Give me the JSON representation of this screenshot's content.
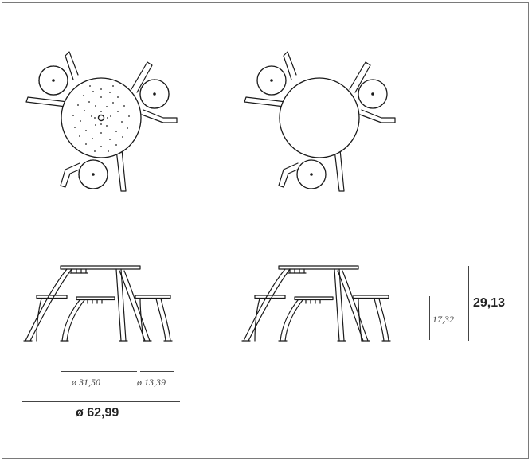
{
  "dimensions": {
    "table_diameter": "ø 31,50",
    "stool_diameter": "ø 13,39",
    "overall_diameter": "ø 62,99",
    "seat_height": "17,32",
    "table_height": "29,13"
  },
  "colors": {
    "line": "#1a1a1a",
    "frame": "#7a7a7a",
    "text": "#222222"
  }
}
